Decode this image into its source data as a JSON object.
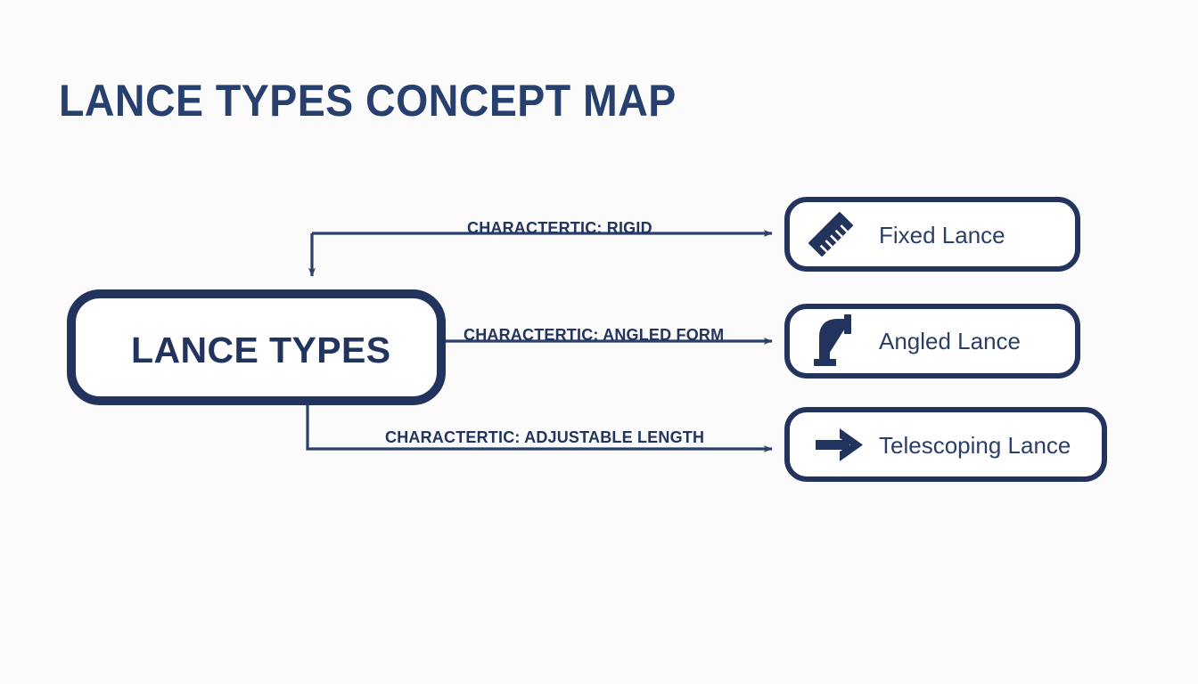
{
  "document": {
    "title": "LANCE TYPES CONCEPT MAP",
    "background_color": "#fbfbfc",
    "ink_color": "#22345e"
  },
  "diagram": {
    "type": "concept-map",
    "central_node": {
      "label": "LANCE TYPES"
    },
    "nodes": [
      {
        "label": "Fixed Lance",
        "icon": "ruler-icon",
        "edge_label": "CHARACTERTIC: RIGID"
      },
      {
        "label": "Angled Lance",
        "icon": "elbow-pipe-icon",
        "edge_label": "CHARACTERTIC: ANGLED FORM"
      },
      {
        "label": "Telescoping Lance",
        "icon": "arrow-right-icon",
        "edge_label": "CHARACTERTIC: ADJUSTABLE LENGTH"
      }
    ]
  }
}
